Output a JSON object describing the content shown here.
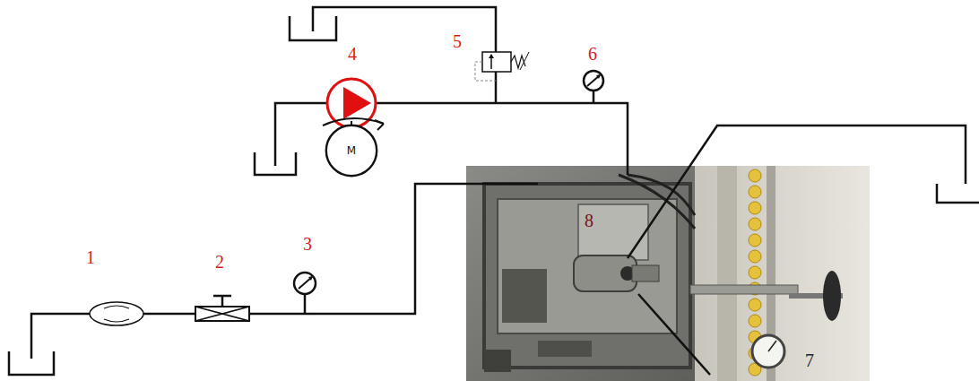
{
  "diagram": {
    "nodes": [
      {
        "text": [
          "M"
        ]
      }
    ],
    "labels": [
      "4",
      "5",
      "6",
      "1",
      "2",
      "3",
      "8",
      "7"
    ]
  }
}
